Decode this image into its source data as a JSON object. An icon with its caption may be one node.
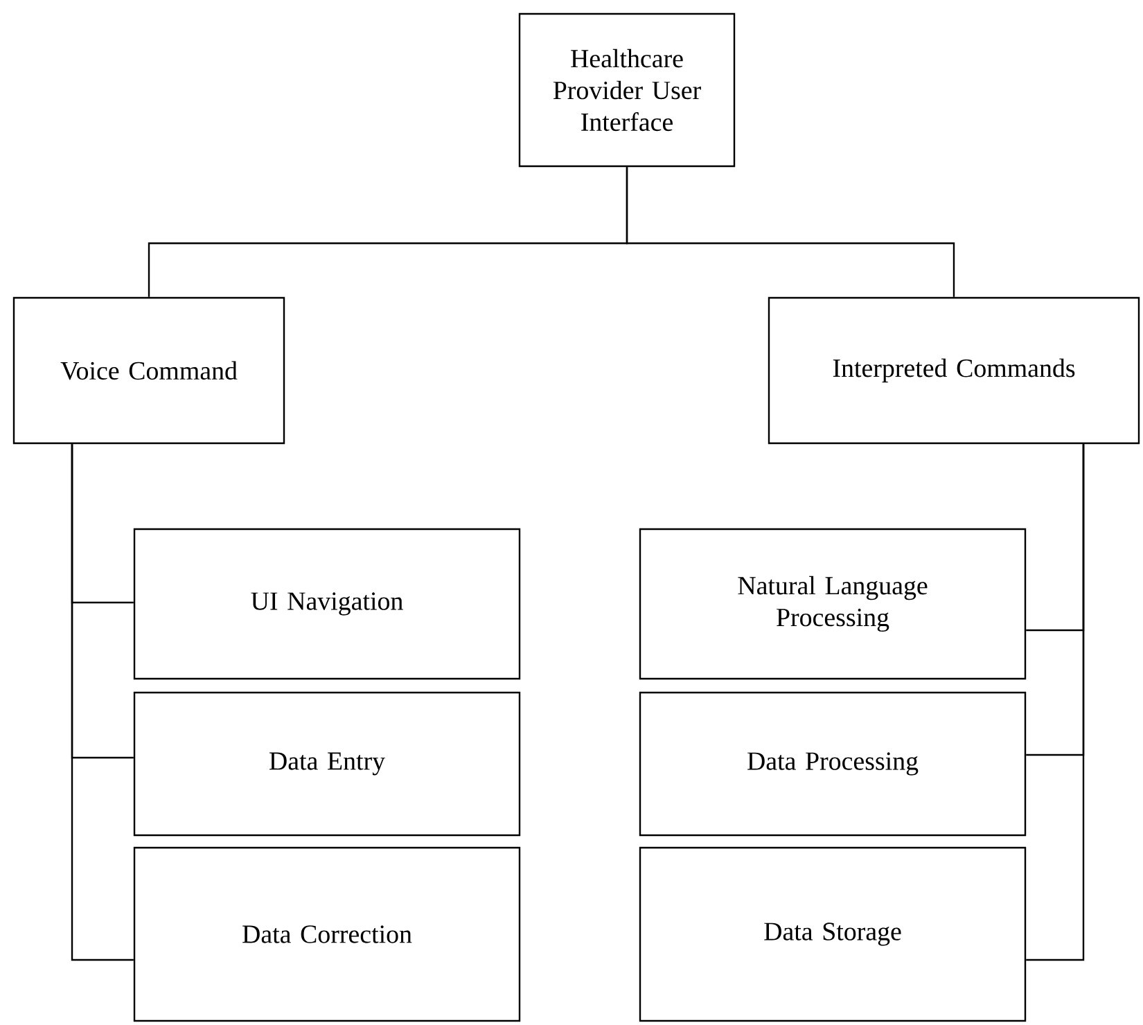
{
  "diagram": {
    "nodes": [
      {
        "text": [
          "Healthcare Provider User Interface"
        ]
      },
      {
        "text": [
          "Voice Command"
        ]
      },
      {
        "text": [
          "Interpreted Commands"
        ]
      },
      {
        "text": [
          "UI Navigation"
        ]
      },
      {
        "text": [
          "Data Entry"
        ]
      },
      {
        "text": [
          "Data Correction"
        ]
      },
      {
        "text": [
          "Natural Language Processing"
        ]
      },
      {
        "text": [
          "Data Processing"
        ]
      },
      {
        "text": [
          "Data Storage"
        ]
      }
    ],
    "edges": [
      {
        "from": 0,
        "to": 1,
        "arrow": "none"
      },
      {
        "from": 0,
        "to": 2,
        "arrow": "none"
      },
      {
        "from": 1,
        "to": 3,
        "arrow": "none"
      },
      {
        "from": 1,
        "to": 4,
        "arrow": "none"
      },
      {
        "from": 1,
        "to": 5,
        "arrow": "none"
      },
      {
        "from": 2,
        "to": 6,
        "arrow": "none"
      },
      {
        "from": 2,
        "to": 7,
        "arrow": "none"
      },
      {
        "from": 2,
        "to": 8,
        "arrow": "none"
      }
    ]
  }
}
